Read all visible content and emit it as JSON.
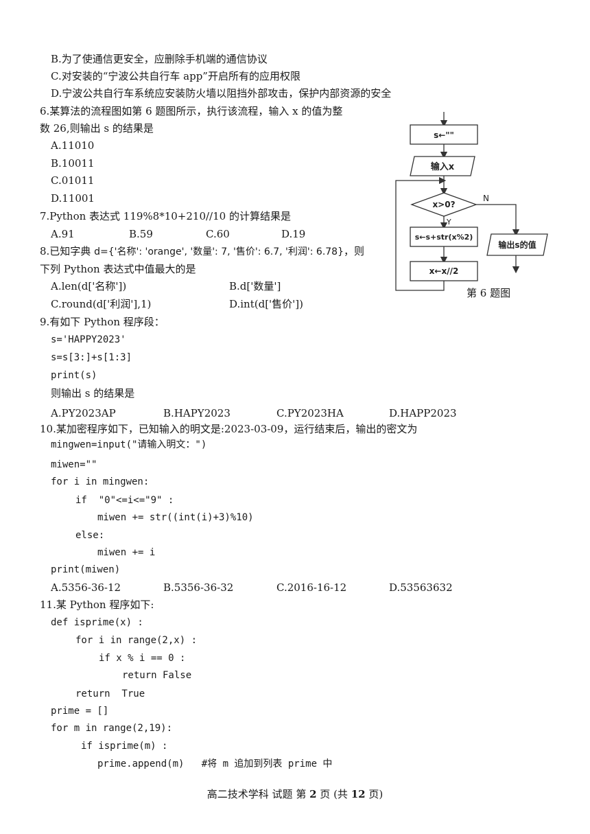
{
  "q5": {
    "B": "B.为了使通信更安全，应删除手机端的通信协议",
    "C": "C.对安装的“宁波公共自行车 app”开启所有的应用权限",
    "D": "D.宁波公共自行车系统应安装防火墙以阻挡外部攻击，保护内部资源的安全"
  },
  "q6": {
    "stem1": "6.某算法的流程图如第 6 题图所示，执行该流程，输入 x 的值为整",
    "stem2": "数 26,则输出 s 的结果是",
    "A": "A.11010",
    "B": "B.10011",
    "C": "C.01011",
    "D": "D.11001",
    "flow": {
      "init": "s←\"\"",
      "input": "输入x",
      "cond": "x>0?",
      "yes": "Y",
      "no": "N",
      "step1": "s←s+str(x%2)",
      "step2": "x←x//2",
      "output": "输出s的值",
      "caption": "第 6 题图"
    }
  },
  "q7": {
    "stem": "7.Python 表达式 119%8*10+210//10 的计算结果是",
    "A": "A.91",
    "B": "B.59",
    "C": "C.60",
    "D": "D.19"
  },
  "q8": {
    "stem_a": "8.已知字典 ",
    "stem_dict": "d={'名称': 'orange', '数量': 7, '售价': 6.7, '利润': 6.78}",
    "stem_b": "，则",
    "stem2": "下列 Python 表达式中值最大的是",
    "A": "A.len(d['名称'])",
    "B": "B.d['数量']",
    "C": "C.round(d['利润'],1)",
    "D": "D.int(d['售价'])"
  },
  "q9": {
    "stem": "9.有如下 Python 程序段：",
    "code": [
      "s='HAPPY2023'",
      "s=s[3:]+s[1:3]",
      "print(s)"
    ],
    "ask": "则输出 s 的结果是",
    "A": "A.PY2023AP",
    "B": "B.HAPY2023",
    "C": "C.PY2023HA",
    "D": "D.HAPP2023"
  },
  "q10": {
    "stem": "10.某加密程序如下，已知输入的明文是:2023-03-09，运行结束后，输出的密文为",
    "code": [
      "mingwen=input(\"请输入明文：\")",
      "miwen=\"\"",
      "for i in mingwen:",
      "if  \"0\"<=i<=\"9\" :",
      "miwen += str((int(i)+3)%10)",
      "else:",
      "miwen += i",
      "print(miwen)"
    ],
    "A": "A.5356-36-12",
    "B": "B.5356-36-32",
    "C": "C.2016-16-12",
    "D": "D.53563632"
  },
  "q11": {
    "stem": "11.某 Python 程序如下:",
    "code": [
      "def isprime(x) :",
      "for i in range(2,x) :",
      "if x % i == 0 :",
      "return False",
      "return  True",
      "prime = []",
      "for m in range(2,19):",
      "if isprime(m) :",
      "prime.append(m)   #将 m 追加到列表 prime 中"
    ]
  },
  "footer": {
    "pre": "高二技术学科 试题 第 ",
    "page": "2",
    "mid": " 页 (共 ",
    "total": "12",
    "post": " 页)"
  }
}
